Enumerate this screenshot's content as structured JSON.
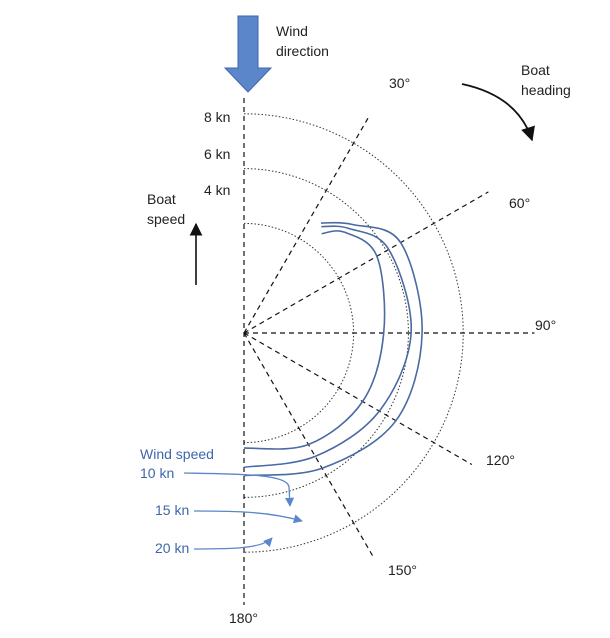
{
  "wind_direction": {
    "line1": "Wind",
    "line2": "direction"
  },
  "boat_heading": {
    "line1": "Boat",
    "line2": "heading"
  },
  "boat_speed": {
    "line1": "Boat",
    "line2": "speed"
  },
  "speed_rings": [
    {
      "label": "4 kn",
      "value": 4
    },
    {
      "label": "6 kn",
      "value": 6
    },
    {
      "label": "8 kn",
      "value": 8
    }
  ],
  "heading_rays": [
    {
      "label": "30°",
      "angle": 30
    },
    {
      "label": "60°",
      "angle": 60
    },
    {
      "label": "90°",
      "angle": 90
    },
    {
      "label": "120°",
      "angle": 120
    },
    {
      "label": "150°",
      "angle": 150
    },
    {
      "label": "180°",
      "angle": 180
    }
  ],
  "wind_speed_title": "Wind speed",
  "polar_curves": [
    {
      "label": "10 kn",
      "wind_speed": 10,
      "points": [
        [
          38,
          4.6
        ],
        [
          45,
          5.2
        ],
        [
          60,
          5.6
        ],
        [
          90,
          5.1
        ],
        [
          120,
          5.0
        ],
        [
          150,
          4.7
        ],
        [
          180,
          4.2
        ]
      ]
    },
    {
      "label": "15 kn",
      "wind_speed": 15,
      "points": [
        [
          36,
          4.8
        ],
        [
          45,
          5.4
        ],
        [
          60,
          6.1
        ],
        [
          90,
          6.1
        ],
        [
          120,
          5.7
        ],
        [
          150,
          5.2
        ],
        [
          180,
          4.9
        ]
      ]
    },
    {
      "label": "20 kn",
      "wind_speed": 20,
      "points": [
        [
          35,
          4.9
        ],
        [
          45,
          5.6
        ],
        [
          60,
          6.6
        ],
        [
          90,
          6.5
        ],
        [
          120,
          6.4
        ],
        [
          150,
          5.7
        ],
        [
          180,
          5.2
        ]
      ]
    }
  ],
  "colors": {
    "curve": "#4a6aa3",
    "arrow_fill": "#5b86c9",
    "arrow_stroke": "#3f66ad",
    "label_blue": "#3f66ad",
    "ink": "#222222"
  }
}
